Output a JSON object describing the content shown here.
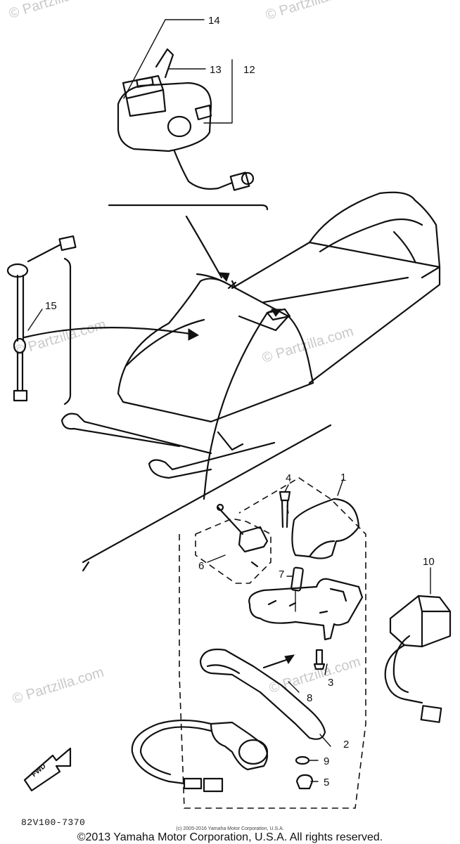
{
  "diagram": {
    "callouts": [
      "14",
      "13",
      "12",
      "15",
      "1",
      "4",
      "6",
      "7",
      "10",
      "3",
      "8",
      "2",
      "9",
      "5"
    ],
    "part_code": "82V100-7370",
    "fwd_label": "FWD",
    "small_credit": "(c) 2005-2016 Yamaha Motor Corporation, U.S.A.",
    "copyright": "©2013 Yamaha Motor Corporation, U.S.A. All rights reserved.",
    "watermark": "© Partzilla.com"
  }
}
